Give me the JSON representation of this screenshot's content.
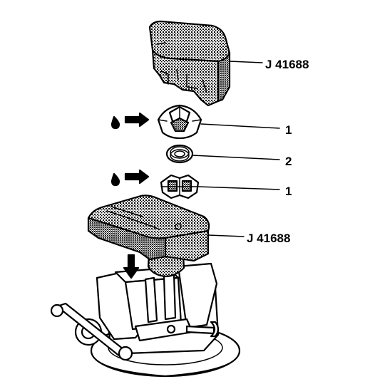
{
  "callouts": {
    "upper_tool": "J 41688",
    "upper_bearing": "1",
    "spring": "2",
    "lower_bearing": "1",
    "lower_tool": "J 41688"
  },
  "colors": {
    "ink": "#000000",
    "paper": "#ffffff",
    "stipple": "#9a9a9a",
    "vise_fill": "#ffffff"
  },
  "icons": {
    "lubricate_symbol": "oil-drop-icon",
    "install_direction": "arrow-right-icon",
    "press_direction": "arrow-down-icon"
  }
}
